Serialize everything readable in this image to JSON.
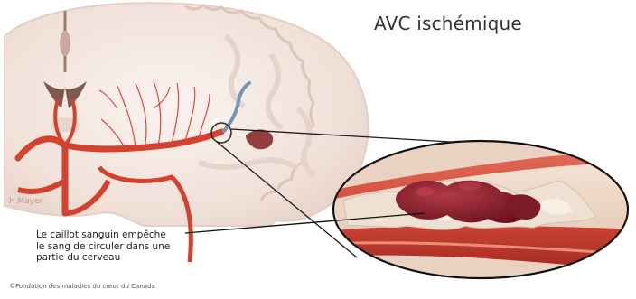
{
  "title": "AVC ischémique",
  "artist_signature": "H.Mayer",
  "caption": {
    "line1": "Le caillot sanguin empêche",
    "line2": "le sang de circuler dans une",
    "line3": "partie du cerveau"
  },
  "copyright": "©Fondation des maladies du cœur du Canada",
  "colors": {
    "brain_tissue": "#f1e3dc",
    "brain_outline": "#e0cfc6",
    "artery": "#d94a3c",
    "clot": "#8e1f2a",
    "vessel_wall": "#c23a2f",
    "text": "#333333"
  }
}
